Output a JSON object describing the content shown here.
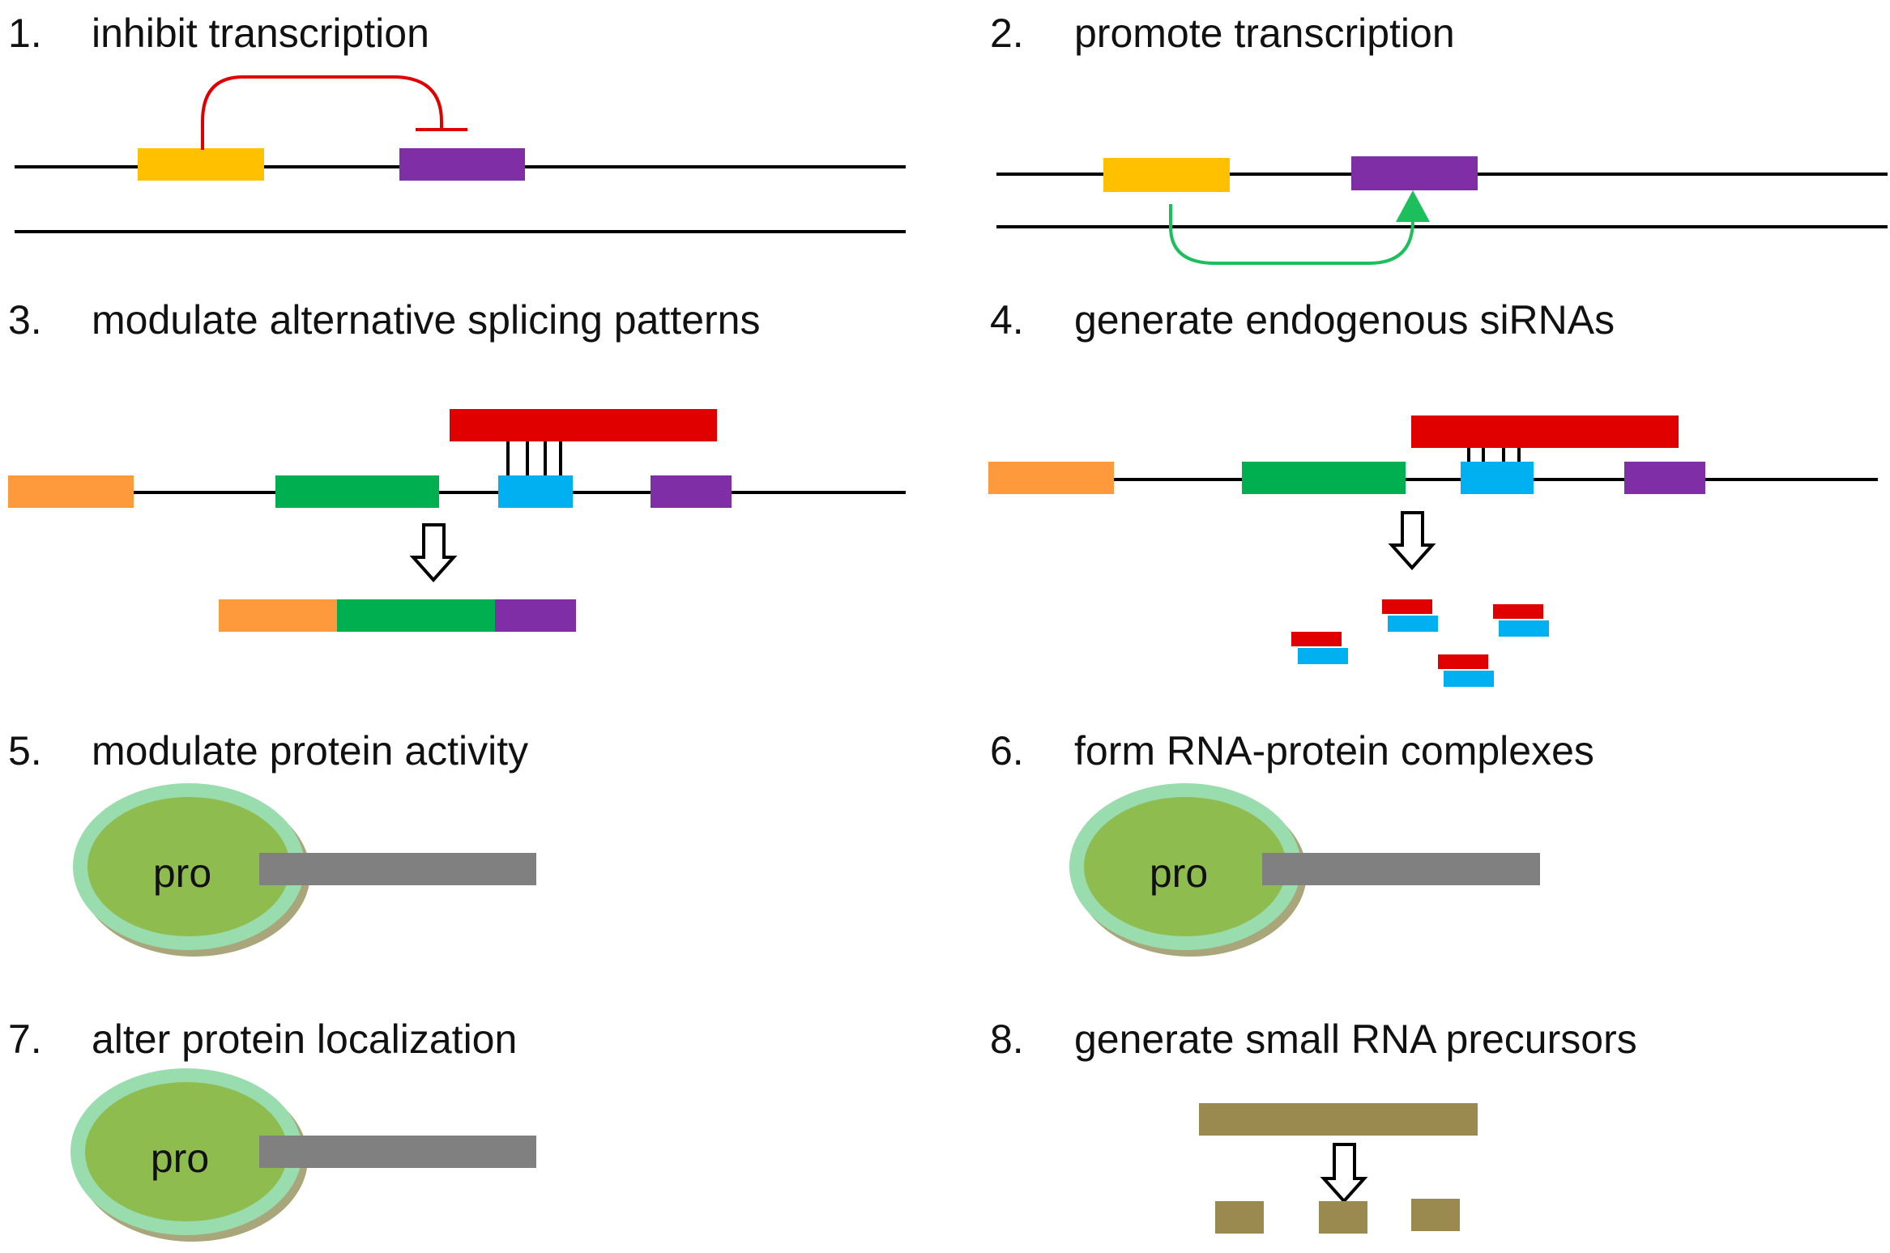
{
  "panels": [
    {
      "number": "1.",
      "title": "inhibit transcription"
    },
    {
      "number": "2.",
      "title": "promote transcription"
    },
    {
      "number": "3.",
      "title": "modulate alternative splicing patterns"
    },
    {
      "number": "4.",
      "title": "generate endogenous siRNAs"
    },
    {
      "number": "5.",
      "title": "modulate protein activity"
    },
    {
      "number": "6.",
      "title": "form RNA-protein complexes"
    },
    {
      "number": "7.",
      "title": "alter protein localization"
    },
    {
      "number": "8.",
      "title": "generate small RNA precursors"
    }
  ],
  "protein_label": "pro",
  "colors": {
    "yellow_gene": "#ffc000",
    "purple_gene": "#7f2ea6",
    "orange_exon": "#ff9a3c",
    "green_exon": "#00b050",
    "blue_exon": "#00b0f0",
    "red_rna": "#e00000",
    "inhibit_arrow": "#e00000",
    "promote_arrow": "#1cbf5c",
    "protein_fill": "#8fbc4f",
    "protein_rim": "#99dcae",
    "rna_gray": "#808080",
    "precursor": "#9a8a50"
  }
}
